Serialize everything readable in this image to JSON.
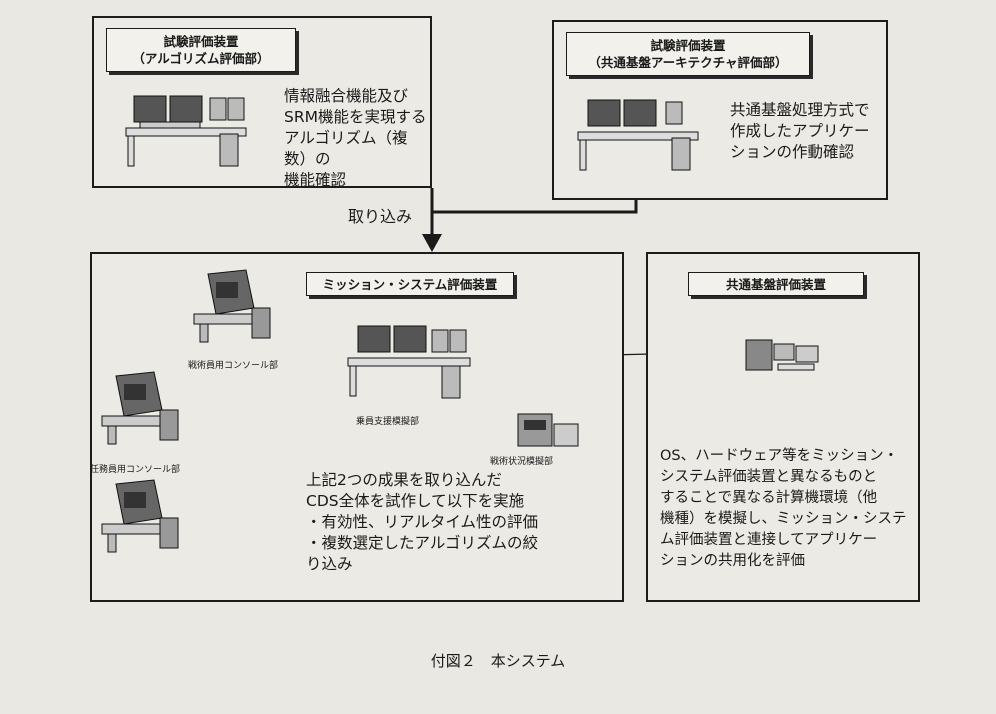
{
  "top_left_box": {
    "title_line1": "試験評価装置",
    "title_line2": "（アルゴリズム評価部）",
    "description": "情報融合機能及び\nSRM機能を実現する\nアルゴリズム（複数）の\n機能確認"
  },
  "top_right_box": {
    "title_line1": "試験評価装置",
    "title_line2": "（共通基盤アーキテクチャ評価部）",
    "description": "共通基盤処理方式で\n作成したアプリケー\nションの作動確認"
  },
  "arrow_label": "取り込み",
  "mission_box": {
    "title": "ミッション・システム評価装置",
    "console_tactical": "戦術員用コンソール部",
    "console_duty": "任務員用コンソール部",
    "crew_support": "乗員支援模擬部",
    "battle_sim": "戦術状況模擬部",
    "description": "上記2つの成果を取り込んだ\nCDS全体を試作して以下を実施\n・有効性、リアルタイム性の評価\n・複数選定したアルゴリズムの絞\n り込み"
  },
  "common_box": {
    "title": "共通基盤評価装置",
    "description": "OS、ハードウェア等をミッション・\nシステム評価装置と異なるものと\nすることで異なる計算機環境（他\n機種）を模擬し、ミッション・システ\nム評価装置と連接してアプリケー\nションの共用化を評価"
  },
  "caption": "付図２　本システム"
}
